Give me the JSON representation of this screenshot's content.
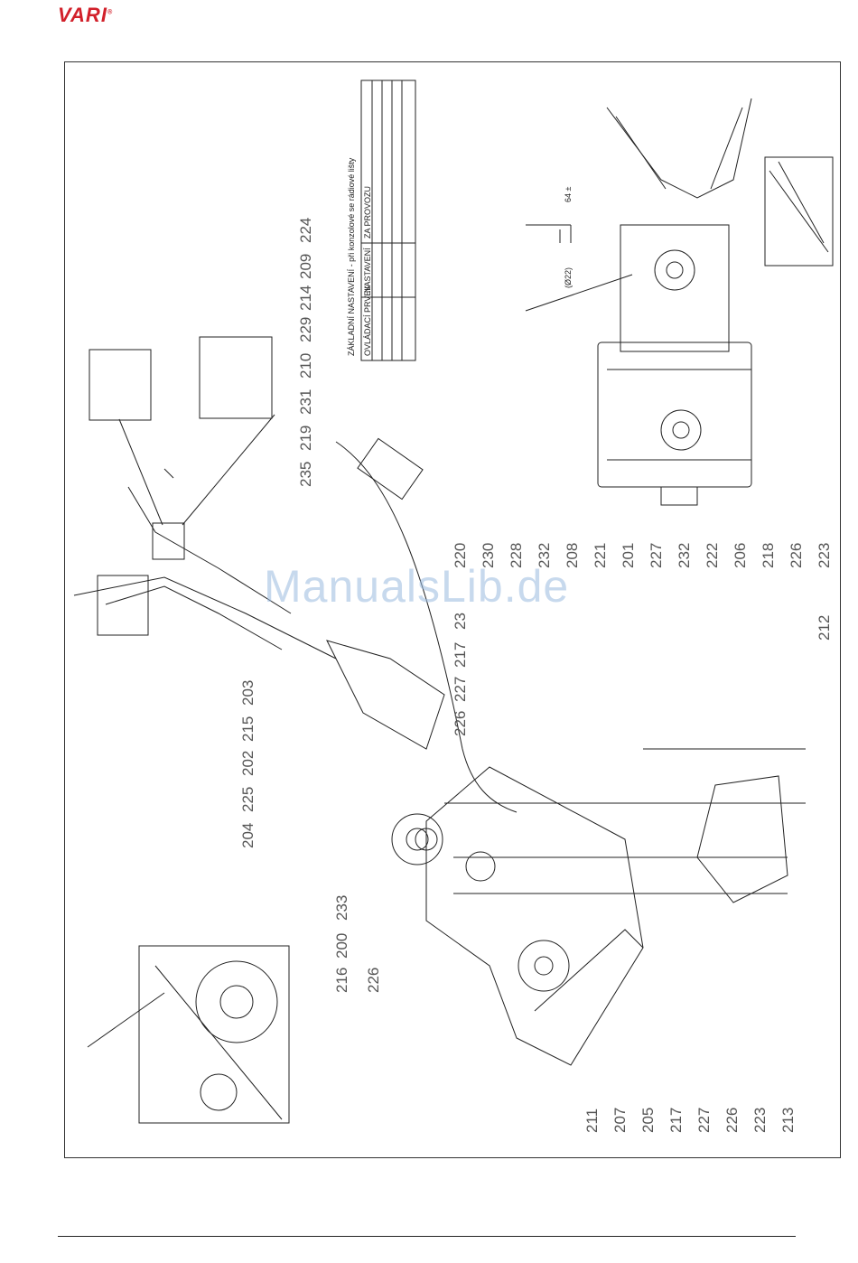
{
  "brand": {
    "name": "VARI",
    "mark": "®",
    "color": "#d2202a"
  },
  "watermark": "ManualsLib.de",
  "part_numbers_top": [
    "224",
    "209",
    "214",
    "229",
    "210",
    "231",
    "219",
    "235"
  ],
  "part_numbers_mid": [
    "220",
    "230",
    "228",
    "232",
    "208",
    "221",
    "201",
    "227",
    "232",
    "222",
    "206",
    "218",
    "226",
    "223"
  ],
  "part_numbers_lower_mid": [
    "23",
    "217",
    "227",
    "226",
    "212"
  ],
  "part_numbers_left_col": [
    "203",
    "215",
    "202",
    "225",
    "204"
  ],
  "part_numbers_bottom_left": [
    "216",
    "200",
    "233",
    "226"
  ],
  "part_numbers_bottom_right": [
    "211",
    "207",
    "205",
    "217",
    "227",
    "226",
    "223",
    "213"
  ],
  "table": {
    "title": "ZÁKLADNÍ NASTAVENÍ - při konzolové se rádiové lišty",
    "headers": [
      "OVLÁDACÍ PRVEK",
      "NASTAVENÍ",
      "ZA PROVOZU"
    ]
  },
  "dimensions": {
    "d1": "64 ±",
    "d2": "(Ø22)"
  },
  "colors": {
    "line": "#222222",
    "frame": "#333333",
    "watermark": "#9bbbe0"
  }
}
